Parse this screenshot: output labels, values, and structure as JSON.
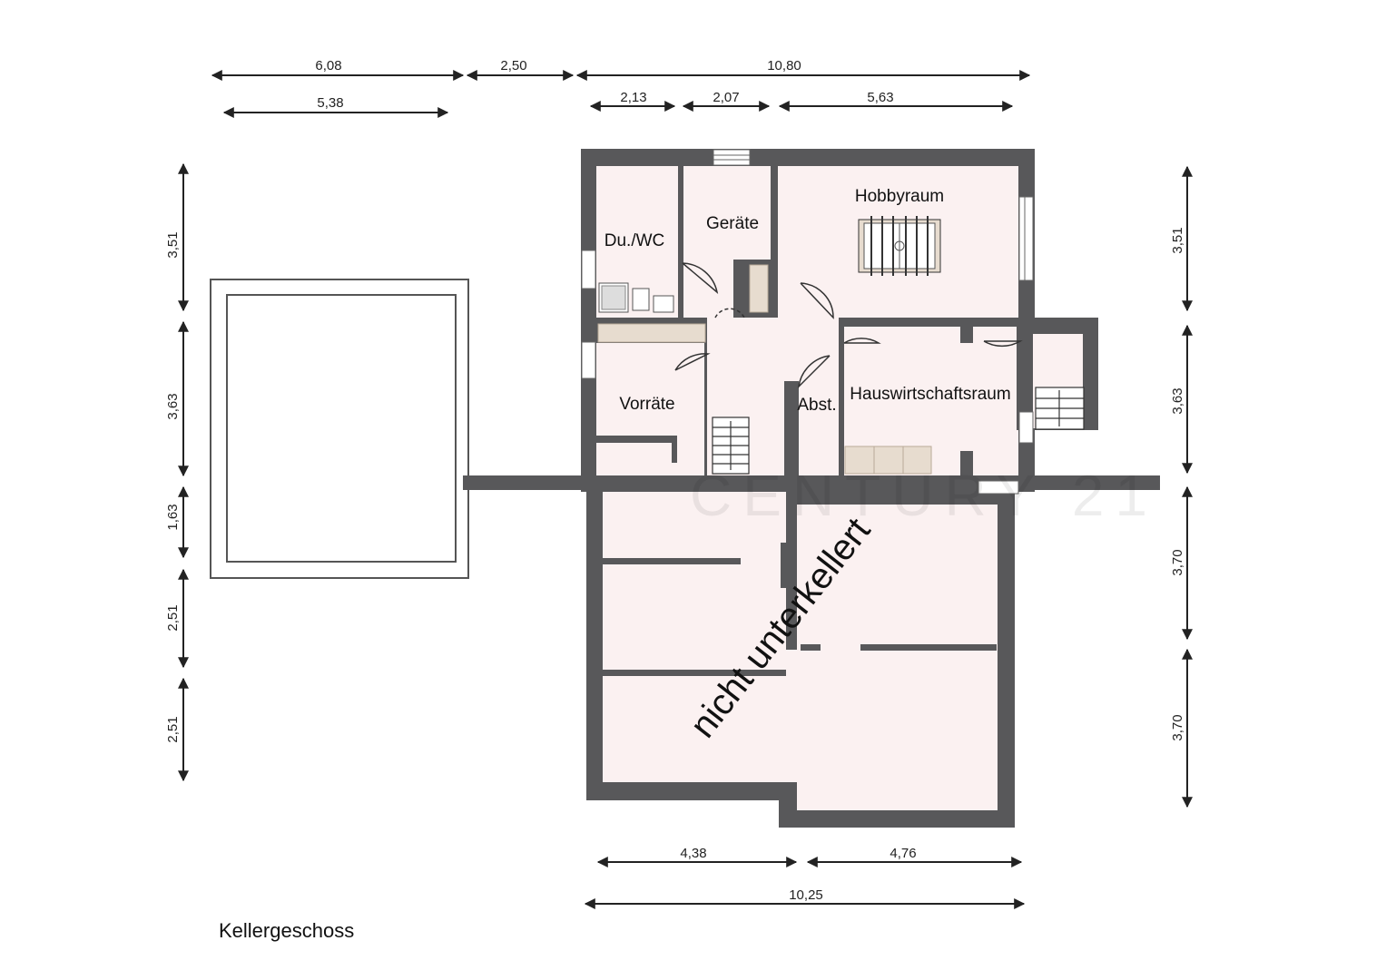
{
  "caption": "Kellergeschoss",
  "watermark": "CENTURY 21",
  "colors": {
    "wall": "#58585a",
    "floor": "#fbf1f1",
    "counter": "#e7dccf",
    "dimension_line": "#222222"
  },
  "rooms": {
    "du_wc": "Du./WC",
    "geraete": "Geräte",
    "hobbyraum": "Hobbyraum",
    "vorraete": "Vorräte",
    "abst": "Abst.",
    "hauswirtschaftsraum": "Hauswirtschaftsraum"
  },
  "overlay_text": "nicht unterkellert",
  "dimensions": {
    "top_row1": [
      "6,08",
      "2,50",
      "10,80"
    ],
    "top_row2": [
      "5,38",
      "2,13",
      "2,07",
      "5,63"
    ],
    "left": [
      "3,51",
      "3,63",
      "1,63",
      "2,51",
      "2,51"
    ],
    "right": [
      "3,51",
      "3,63",
      "3,70",
      "3,70"
    ],
    "bottom_row1": [
      "4,38",
      "4,76"
    ],
    "bottom_row2": [
      "10,25"
    ]
  },
  "icons": [
    "foosball-table-icon",
    "shower-icon",
    "sink-icon",
    "stairs-icon",
    "door-swing-icon",
    "window-icon"
  ]
}
